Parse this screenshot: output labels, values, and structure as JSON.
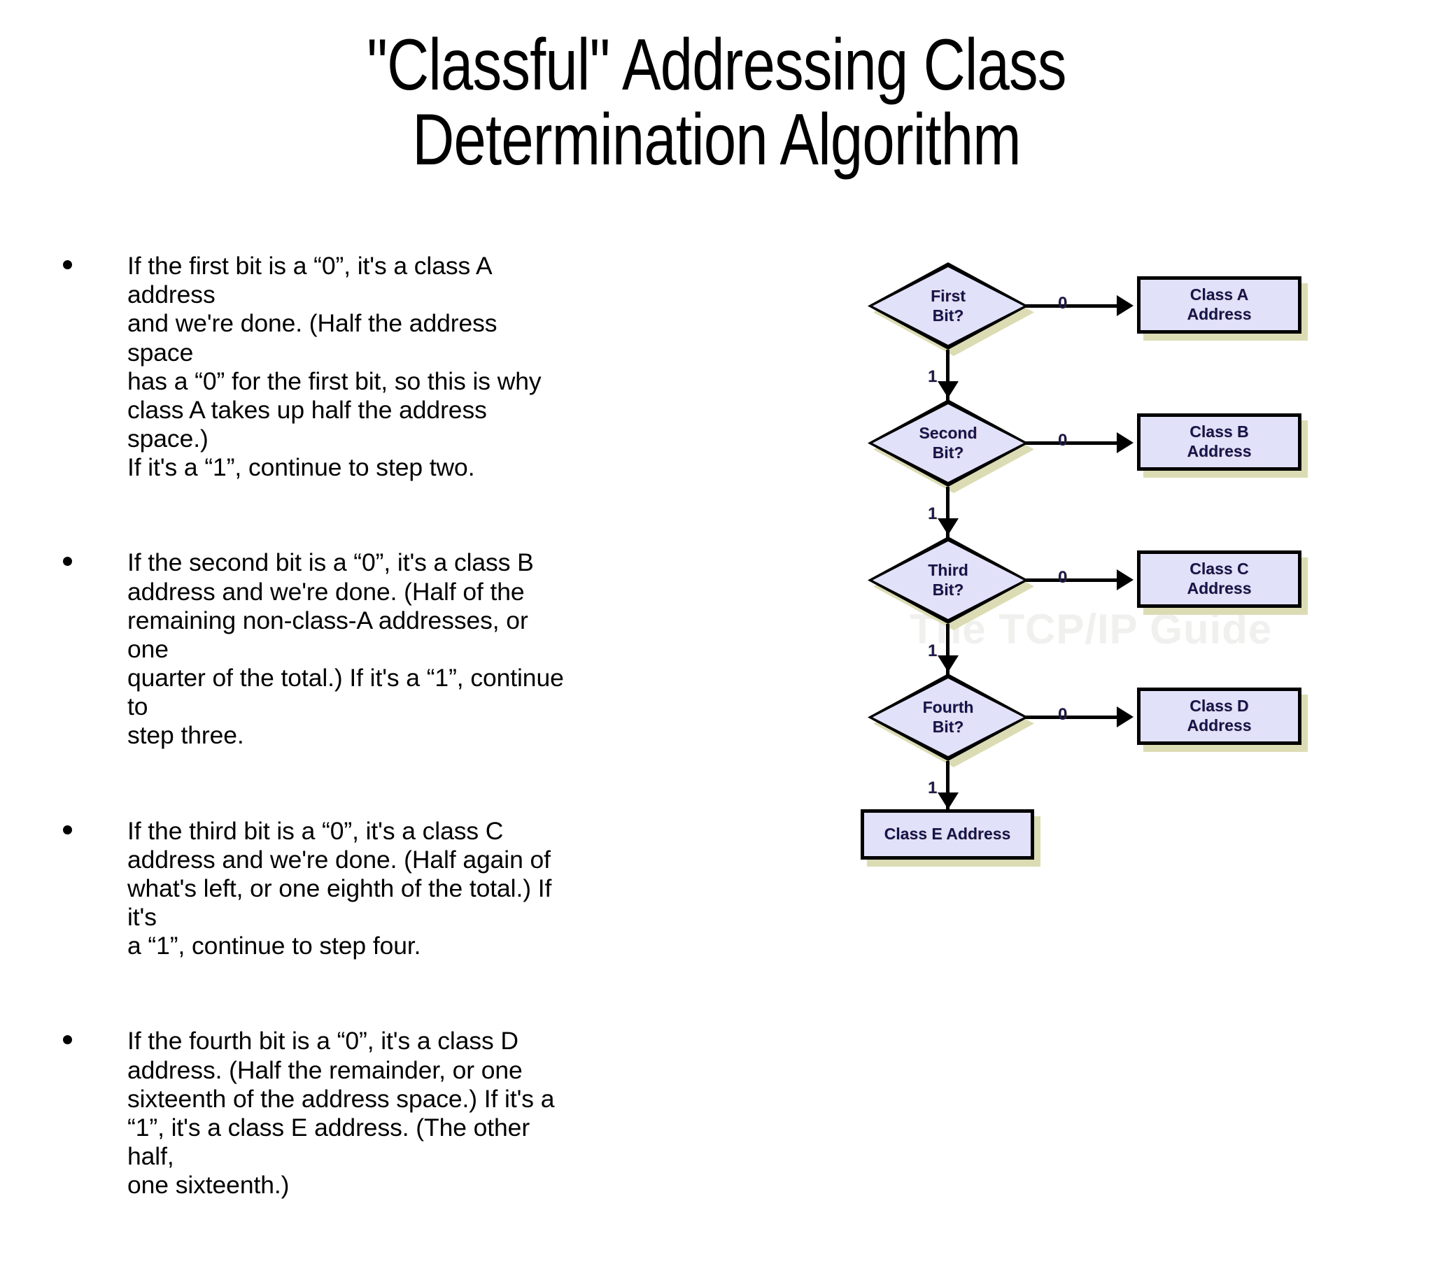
{
  "title": "\"Classful\" Addressing Class\nDetermination Algorithm",
  "bullets": [
    {
      "marker": "•",
      "text": "If the first bit is a “0”, it's a class A address\nand we're done. (Half the address space\nhas a “0” for the first bit, so this is why\nclass A takes up half the address space.)\nIf it's a “1”, continue to step two."
    },
    {
      "marker": "•",
      "text": "If the second bit is a “0”, it's a class B\naddress and we're done. (Half of the\nremaining non-class-A addresses, or one\nquarter of the total.) If it's a “1”, continue to\nstep three."
    },
    {
      "marker": "•",
      "text": "If the third bit is a “0”, it's a class C\naddress and we're done. (Half again of\nwhat's left, or one eighth of the total.) If it's\na “1”, continue to step four."
    },
    {
      "marker": "•",
      "text": "If the fourth bit is a “0”, it's a class D\naddress. (Half the remainder, or one\nsixteenth of the address space.) If it's a\n“1”, it's a class E address. (The other half,\none sixteenth.)"
    }
  ],
  "watermark": "The TCP/IP Guide",
  "flowchart": {
    "decisions": [
      {
        "label": "First\nBit?"
      },
      {
        "label": "Second\nBit?"
      },
      {
        "label": "Third\nBit?"
      },
      {
        "label": "Fourth\nBit?"
      }
    ],
    "outcomes": [
      {
        "label": "Class A\nAddress"
      },
      {
        "label": "Class B\nAddress"
      },
      {
        "label": "Class C\nAddress"
      },
      {
        "label": "Class D\nAddress"
      },
      {
        "label": "Class E Address"
      }
    ],
    "edge_labels": {
      "zero": "0",
      "one": "1"
    }
  },
  "colors": {
    "node_fill": "#e1e1f9",
    "node_border": "#000000",
    "node_shadow": "#dcdcb4",
    "node_text": "#15154a",
    "watermark": "#f0f0ee",
    "background": "#ffffff"
  }
}
